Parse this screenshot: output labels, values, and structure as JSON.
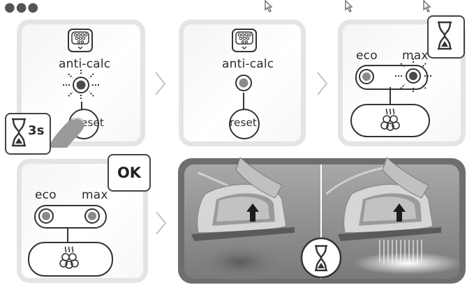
{
  "menu": {
    "dots_icon": "more-dots-icon"
  },
  "step1": {
    "label": "anti-calc",
    "reset_label": "reset",
    "timer_label": "3s"
  },
  "step2": {
    "label": "anti-calc",
    "reset_label": "reset"
  },
  "step3": {
    "eco_label": "eco",
    "max_label": "max"
  },
  "step4": {
    "eco_label": "eco",
    "max_label": "max",
    "ok_label": "OK"
  },
  "icons": [
    "hourglass-icon",
    "steam-icon",
    "anti-calc-icon",
    "chevron-right-icon",
    "cursor-icon",
    "iron-illustration"
  ],
  "colors": {
    "panel_border": "#e4e4e4",
    "outline": "#333333",
    "led": "#555555"
  }
}
